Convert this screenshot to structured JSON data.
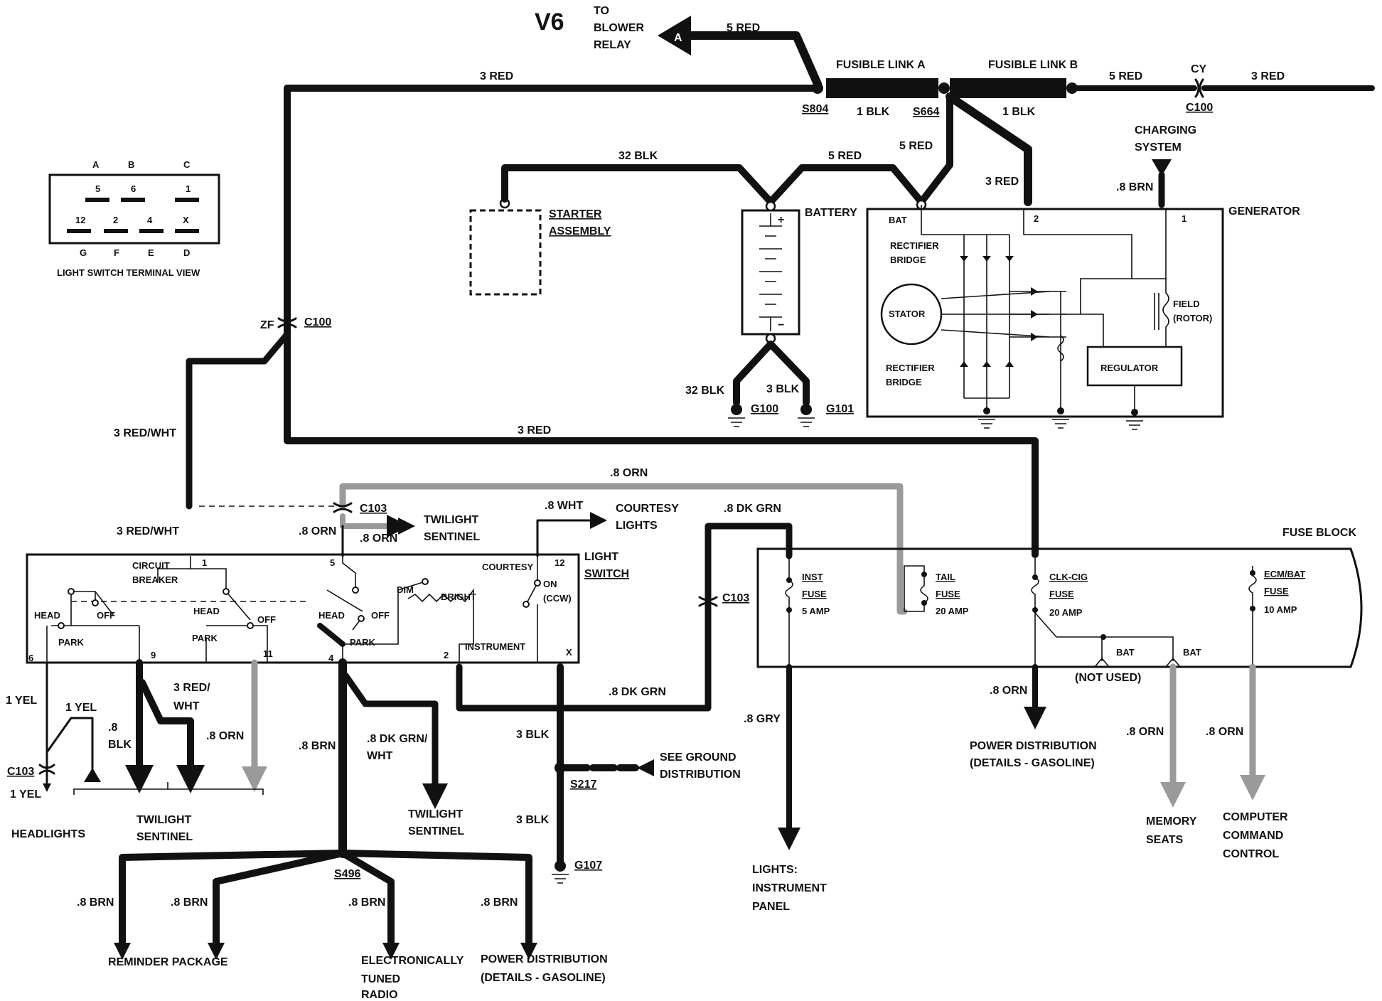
{
  "header": {
    "engine": "V6",
    "blower_relay": [
      "TO",
      "BLOWER",
      "RELAY"
    ],
    "connector_a": "A"
  },
  "light_switch_terminal_view": {
    "caption": "LIGHT SWITCH TERMINAL VIEW",
    "top_letters": [
      "A",
      "B",
      "C"
    ],
    "top_numbers": [
      "5",
      "6",
      "1"
    ],
    "bottom_numbers": [
      "12",
      "2",
      "4",
      "X"
    ],
    "bottom_letters": [
      "G",
      "F",
      "E",
      "D"
    ]
  },
  "components": {
    "fusible_link_a": "FUSIBLE LINK A",
    "fusible_link_b": "FUSIBLE LINK B",
    "starter": [
      "STARTER",
      "ASSEMBLY"
    ],
    "battery": "BATTERY",
    "generator": "GENERATOR",
    "charging_system": [
      "CHARGING",
      "SYSTEM"
    ],
    "rectifier_top": [
      "RECTIFIER",
      "BRIDGE"
    ],
    "rectifier_bottom": [
      "RECTIFIER",
      "BRIDGE"
    ],
    "stator": "STATOR",
    "field": [
      "FIELD",
      "(ROTOR)"
    ],
    "regulator": "REGULATOR",
    "bat_terminal": "BAT",
    "gen_term_2": "2",
    "gen_term_1": "1",
    "light_switch": [
      "LIGHT",
      "SWITCH"
    ],
    "fuse_block": "FUSE BLOCK",
    "circuit_breaker": [
      "CIRCUIT",
      "BREAKER"
    ],
    "courtesy": "COURTESY",
    "on_ccw": [
      "ON",
      "(CCW)"
    ],
    "dim": "DIM",
    "bright": "BRIGHT",
    "instrument": "INSTRUMENT",
    "head": "HEAD",
    "off": "OFF",
    "park": "PARK"
  },
  "fuses": {
    "inst": [
      "INST",
      "FUSE",
      "5 AMP"
    ],
    "tail": [
      "TAIL",
      "FUSE",
      "20 AMP"
    ],
    "clkcig": [
      "CLK-CIG",
      "FUSE",
      "20 AMP"
    ],
    "ecmbat": [
      "ECM/BAT",
      "FUSE",
      "10 AMP"
    ],
    "bat1": "BAT",
    "bat2": "BAT",
    "not_used": "(NOT USED)"
  },
  "switch_terminals": {
    "t1": "1",
    "t5": "5",
    "t12": "12",
    "t6": "6",
    "t9": "9",
    "t11": "11",
    "t4": "4",
    "t2": "2",
    "tx": "X"
  },
  "wires": {
    "w_5red_top": "5 RED",
    "w_3red_top": "3 RED",
    "w_1blk_a": "1 BLK",
    "w_1blk_b": "1 BLK",
    "w_5red_right": "5 RED",
    "w_3red_right": "3 RED",
    "w_32blk_top": "32 BLK",
    "w_5red_mid": "5 RED",
    "w_5red_link": "5 RED",
    "w_3red_gen": "3 RED",
    "w_8brn_gen": ".8 BRN",
    "w_32blk_g": "32 BLK",
    "w_3blk_g": "3 BLK",
    "w_3red_mid": "3 RED",
    "w_3redwht_1": "3 RED/WHT",
    "w_3redwht_2": "3 RED/WHT",
    "w_8orn_top": ".8 ORN",
    "w_8orn_l": ".8 ORN",
    "w_8orn_l2": ".8 ORN",
    "w_8wht": ".8 WHT",
    "w_8dkgrn_top": ".8 DK GRN",
    "w_1yel_a": "1 YEL",
    "w_1yel_b": "1 YEL",
    "w_1yel_c": "1 YEL",
    "w_8blk": [
      ".8",
      "BLK"
    ],
    "w_3redwht_3": [
      "3 RED/",
      "WHT"
    ],
    "w_8orn_b": ".8 ORN",
    "w_8brn_main": ".8 BRN",
    "w_8dkgrnwht": [
      ".8 DK GRN/",
      "WHT"
    ],
    "w_8dkgrn_bot": ".8 DK GRN",
    "w_3blk_1": "3 BLK",
    "w_3blk_2": "3 BLK",
    "w_8gry": ".8 GRY",
    "w_8orn_pd": ".8 ORN",
    "w_8orn_ms": ".8 ORN",
    "w_8orn_cc": ".8 ORN",
    "w_8brn_1": ".8 BRN",
    "w_8brn_2": ".8 BRN",
    "w_8brn_3": ".8 BRN",
    "w_8brn_4": ".8 BRN"
  },
  "splices": {
    "s804": "S804",
    "s664": "S664",
    "s217": "S217",
    "s496": "S496",
    "c100_a": "C100",
    "c100_b": "C100",
    "cy": "CY",
    "zf": "ZF",
    "c103_a": "C103",
    "c103_b": "C103",
    "c103_c": "C103",
    "g100": "G100",
    "g101": "G101",
    "g107": "G107"
  },
  "destinations": {
    "twilight_top": [
      "TWILIGHT",
      "SENTINEL"
    ],
    "courtesy_lights": [
      "COURTESY",
      "LIGHTS"
    ],
    "headlights": "HEADLIGHTS",
    "twilight_b1": [
      "TWILIGHT",
      "SENTINEL"
    ],
    "twilight_b2": [
      "TWILIGHT",
      "SENTINEL"
    ],
    "see_ground": [
      "SEE GROUND",
      "DISTRIBUTION"
    ],
    "lights_ip": [
      "LIGHTS:",
      "INSTRUMENT",
      "PANEL"
    ],
    "power_dist_r": [
      "POWER DISTRIBUTION",
      "(DETAILS - GASOLINE)"
    ],
    "memory_seats": [
      "MEMORY",
      "SEATS"
    ],
    "ccc": [
      "COMPUTER",
      "COMMAND",
      "CONTROL"
    ],
    "reminder": "REMINDER PACKAGE",
    "etr": [
      "ELECTRONICALLY",
      "TUNED",
      "RADIO"
    ],
    "power_dist_b": [
      "POWER DISTRIBUTION",
      "(DETAILS - GASOLINE)"
    ]
  }
}
